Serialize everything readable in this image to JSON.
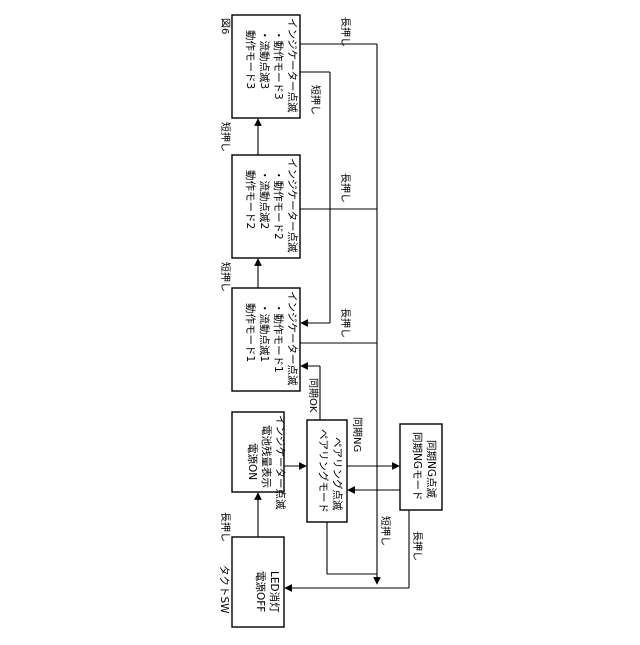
{
  "figure_label": "図6",
  "boxes": {
    "power_off": {
      "lines": [
        "タクトSW",
        "電源OFF",
        "LED消灯"
      ]
    },
    "power_on": {
      "lines": [
        "電源ON",
        "電池残量表示",
        "インジケーター点滅"
      ]
    },
    "pairing": {
      "lines": [
        "ペアリングモード",
        "ペアリング点滅"
      ]
    },
    "sync_ng": {
      "lines": [
        "同期NGモード",
        "同期NG点滅"
      ]
    },
    "mode1": {
      "lines": [
        "動作モード1",
        "・流動点滅1",
        "・動作モード1",
        "インジケーター点滅"
      ]
    },
    "mode2": {
      "lines": [
        "動作モード2",
        "・流動点滅2",
        "・動作モード2",
        "インジケーター点滅"
      ]
    },
    "mode3": {
      "lines": [
        "動作モード3",
        "・流動点滅3",
        "・動作モード3",
        "インジケーター点滅"
      ]
    }
  },
  "labels": {
    "long_press_1": "長押し",
    "long_press_m1": "長押し",
    "long_press_m2": "長押し",
    "long_press_m3": "長押し",
    "long_press_ng": "長押し",
    "short_press_pair": "短押し",
    "short_press_12": "短押し",
    "short_press_23": "短押し",
    "short_press_31": "短押し",
    "sync_ok": "同期OK",
    "sync_ng": "同期NG"
  }
}
